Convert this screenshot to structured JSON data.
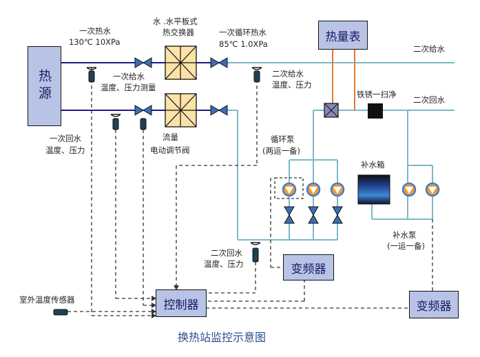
{
  "diagram": {
    "caption": "换热站监控示意图",
    "heat_source": {
      "label": "热源"
    },
    "heat_meter": {
      "label": "热量表"
    },
    "controller": {
      "label": "控制器"
    },
    "vfd_circulation": {
      "label": "变频器"
    },
    "vfd_makeup": {
      "label": "变频器"
    },
    "tank": {
      "label": "补水箱"
    },
    "labels": {
      "primary_supply_title": "一次热水",
      "primary_supply_params": "130℃  10XPa",
      "primary_supply_measure_1": "一次给水",
      "primary_supply_measure_2": "温度、压力测量",
      "hx_title_1": "水 .水平板式",
      "hx_title_2": "热交换器",
      "primary_loop_title": "一次循环热水",
      "primary_loop_params": "85℃  1.0XPa",
      "secondary_supply": "二次给水",
      "secondary_supply_measure_1": "二次给水",
      "secondary_supply_measure_2": "温度、压力",
      "secondary_return": "二次回水",
      "iron_remover": "铁锈一扫净",
      "primary_return_1": "一次回水",
      "primary_return_2": "温度、压力",
      "flow_1": "流量",
      "flow_2": "电动调节阀",
      "circ_pump_1": "循环泵",
      "circ_pump_2": "(两运一备)",
      "makeup_pump_1": "补水泵",
      "makeup_pump_2": "(一运一备)",
      "secondary_return_measure_1": "二次回水",
      "secondary_return_measure_2": "温度、压力",
      "outdoor_sensor": "室外温度传感器"
    },
    "colors": {
      "primary_pipe": "#1a1a8c",
      "secondary_pipe": "#7ab8c8",
      "meter_line": "#e07a2a",
      "box_fill": "#b8c3e6",
      "pump_fill": "#f29a2e",
      "pump_ring": "#3a7fd0"
    }
  }
}
